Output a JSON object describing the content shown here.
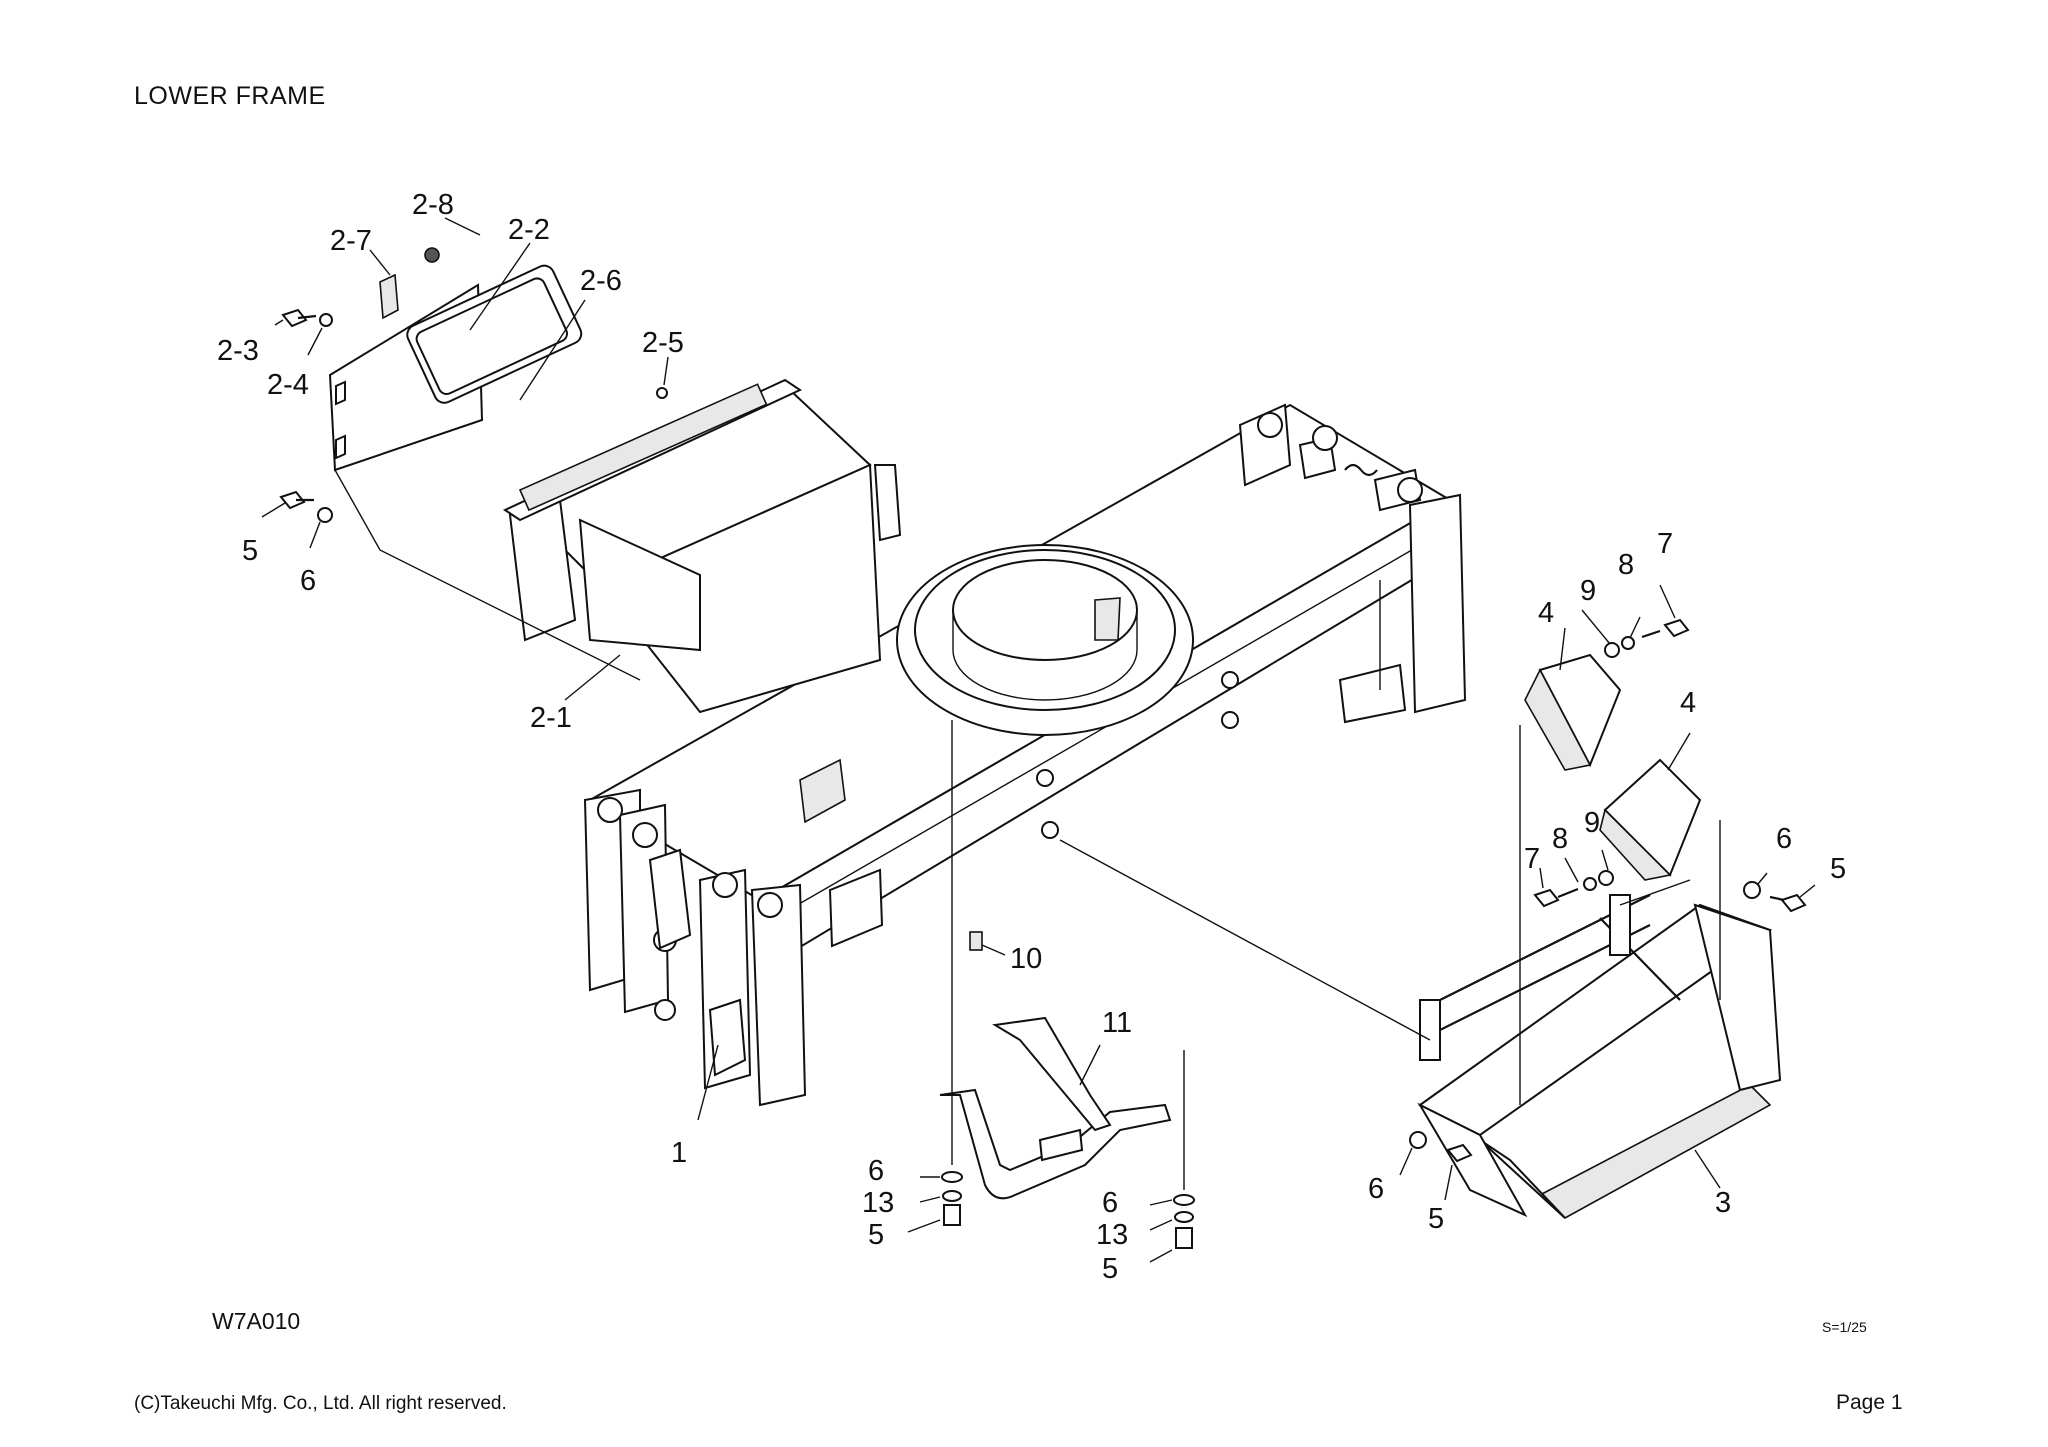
{
  "header": {
    "title": "LOWER FRAME"
  },
  "footer": {
    "drawing_code": "W7A010",
    "scale": "S=1/25",
    "copyright": "(C)Takeuchi Mfg. Co., Ltd. All right reserved.",
    "page": "Page 1"
  },
  "callouts": {
    "c_2_8": "2-8",
    "c_2_2": "2-2",
    "c_2_7": "2-7",
    "c_2_6": "2-6",
    "c_2_3": "2-3",
    "c_2_4": "2-4",
    "c_2_5": "2-5",
    "c_5_a": "5",
    "c_6_a": "6",
    "c_2_1": "2-1",
    "c_7_a": "7",
    "c_8_a": "8",
    "c_9_a": "9",
    "c_4_a": "4",
    "c_4_b": "4",
    "c_9_b": "9",
    "c_8_b": "8",
    "c_7_b": "7",
    "c_6_b": "6",
    "c_5_b": "5",
    "c_10": "10",
    "c_11": "11",
    "c_1": "1",
    "c_6_c": "6",
    "c_13_a": "13",
    "c_5_c": "5",
    "c_6_d": "6",
    "c_13_b": "13",
    "c_5_d": "5",
    "c_6_e": "6",
    "c_5_e": "5",
    "c_3": "3"
  }
}
